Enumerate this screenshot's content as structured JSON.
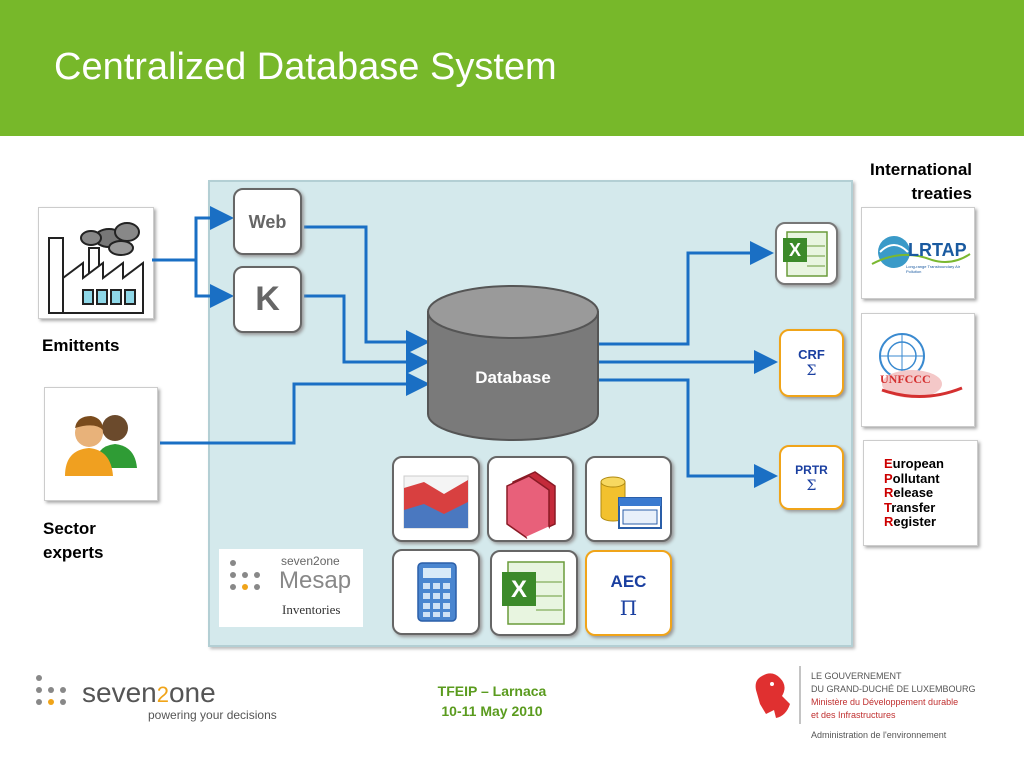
{
  "title": "Centralized Database System",
  "sources": {
    "emittents": "Emittents",
    "sector_experts_line1": "Sector",
    "sector_experts_line2": "experts"
  },
  "entry_tiles": {
    "web": "Web",
    "k": "K"
  },
  "database": "Database",
  "outputs": {
    "crf": "CRF",
    "crf_symbol": "Σ",
    "prtr": "PRTR",
    "prtr_symbol": "Σ"
  },
  "tools": {
    "aec": "AEC",
    "aec_symbol": "Π"
  },
  "mesap": {
    "brand_small": "seven2one",
    "product": "Mesap",
    "subtitle": "Inventories"
  },
  "treaties": {
    "heading_line1": "International",
    "heading_line2": "treaties",
    "lrtap": "LRTAP",
    "lrtap_tagline": "Long-range Transboundary Air Pollution",
    "unfccc": "UNFCCC",
    "eprtr": [
      {
        "initial": "E",
        "rest": "uropean"
      },
      {
        "initial": "P",
        "rest": "ollutant"
      },
      {
        "initial": "R",
        "rest": "elease"
      },
      {
        "initial": "T",
        "rest": "ransfer"
      },
      {
        "initial": "R",
        "rest": "egister"
      }
    ]
  },
  "footer": {
    "logo_pre": "seven",
    "logo_two": "2",
    "logo_post": "one",
    "tagline": "powering your decisions",
    "event_line1": "TFEIP – Larnaca",
    "event_line2": "10-11 May 2010",
    "gov_line1": "LE GOUVERNEMENT",
    "gov_line2": "DU GRAND-DUCHÉ DE LUXEMBOURG",
    "gov_line3": "Ministère du Développement durable",
    "gov_line4": "et des Infrastructures",
    "gov_line5": "Administration de l'environnement"
  },
  "colors": {
    "header_green": "#77b82a",
    "panel_bg": "#d4e9ec",
    "arrow_blue": "#1a6fc4",
    "eprtr_red": "#cc0000",
    "event_green": "#5a9b1e",
    "orange_border": "#f0a419"
  }
}
